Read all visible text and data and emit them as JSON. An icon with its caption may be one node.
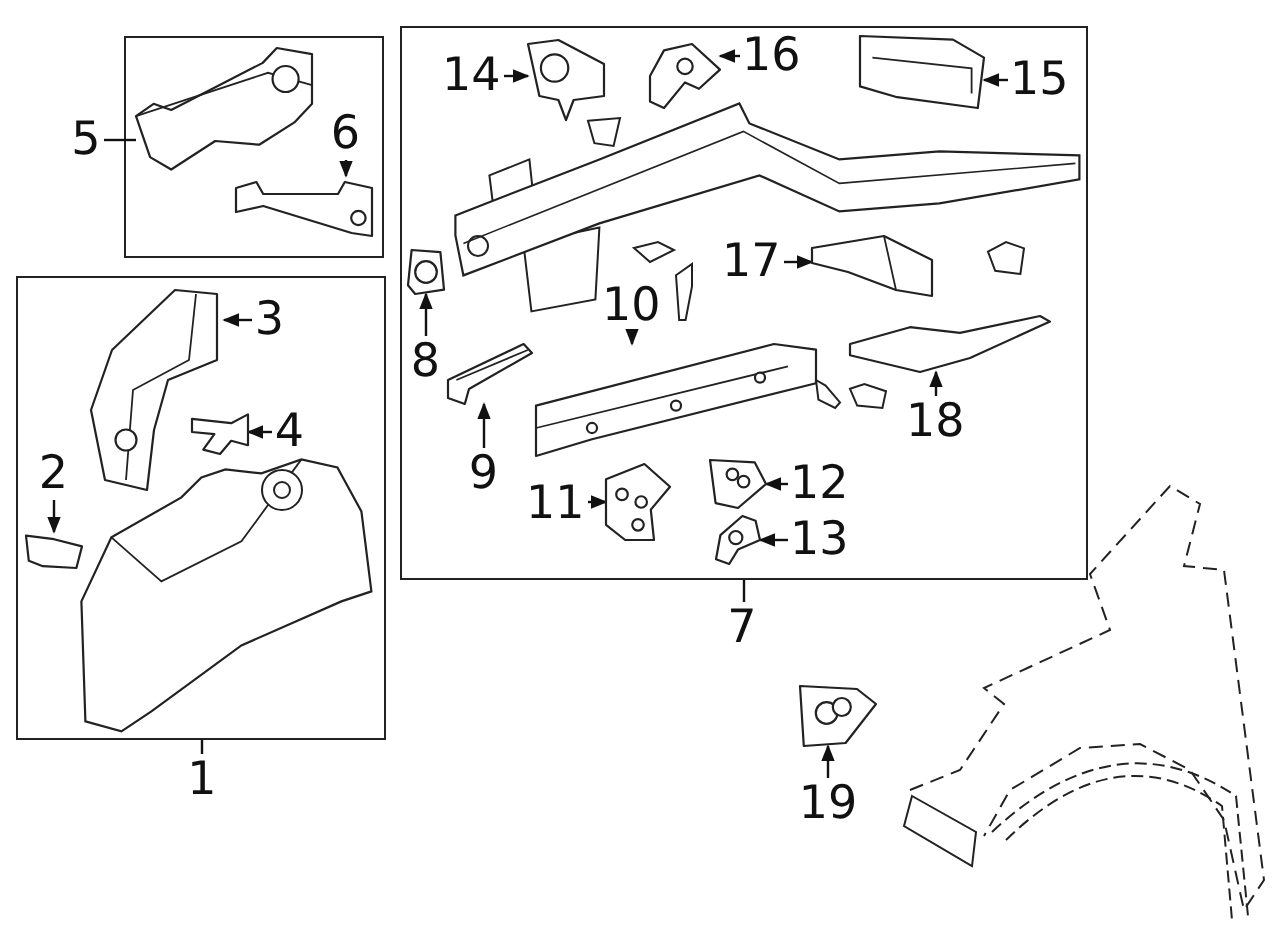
{
  "diagram": {
    "nodes": [
      {
        "text": [],
        "shape": "box"
      },
      {
        "text": [
          "5"
        ]
      },
      {
        "text": [],
        "shape": "picture",
        "in": 0
      },
      {
        "text": [
          "6"
        ],
        "in": 0
      },
      {
        "text": [],
        "shape": "picture",
        "in": 0
      },
      {
        "text": [],
        "shape": "box"
      },
      {
        "text": [
          "1"
        ]
      },
      {
        "text": [
          "2"
        ],
        "in": 5
      },
      {
        "text": [],
        "shape": "picture",
        "in": 5
      },
      {
        "text": [],
        "shape": "picture",
        "in": 5
      },
      {
        "text": [
          "3"
        ],
        "in": 5
      },
      {
        "text": [
          "4"
        ],
        "in": 5
      },
      {
        "text": [],
        "shape": "picture",
        "in": 5
      },
      {
        "text": [],
        "shape": "box"
      },
      {
        "text": [
          "7"
        ]
      },
      {
        "text": [
          "14"
        ],
        "in": 13
      },
      {
        "text": [],
        "shape": "picture",
        "in": 13
      },
      {
        "text": [],
        "shape": "picture",
        "in": 13
      },
      {
        "text": [
          "16"
        ],
        "in": 13
      },
      {
        "text": [],
        "shape": "picture",
        "in": 13
      },
      {
        "text": [
          "15"
        ],
        "in": 13
      },
      {
        "text": [
          "8"
        ],
        "in": 13
      },
      {
        "text": [],
        "shape": "picture",
        "in": 13
      },
      {
        "text": [
          "17"
        ],
        "in": 13
      },
      {
        "text": [],
        "shape": "picture",
        "in": 13
      },
      {
        "text": [
          "10"
        ],
        "in": 13
      },
      {
        "text": [],
        "shape": "picture",
        "in": 13
      },
      {
        "text": [],
        "shape": "picture",
        "in": 13
      },
      {
        "text": [
          "9"
        ],
        "in": 13
      },
      {
        "text": [
          "18"
        ],
        "in": 13
      },
      {
        "text": [],
        "shape": "picture",
        "in": 13
      },
      {
        "text": [
          "12"
        ],
        "in": 13
      },
      {
        "text": [],
        "shape": "picture",
        "in": 13
      },
      {
        "text": [
          "11"
        ],
        "in": 13
      },
      {
        "text": [],
        "shape": "picture",
        "in": 13
      },
      {
        "text": [
          "13"
        ],
        "in": 13
      },
      {
        "text": [],
        "shape": "picture",
        "in": 13
      },
      {
        "text": [],
        "shape": "picture"
      },
      {
        "text": [
          "19"
        ]
      }
    ],
    "edges": [
      {
        "from": 1,
        "to": 2,
        "arrow": "none"
      },
      {
        "from": 3,
        "to": 4,
        "arrow": "to"
      },
      {
        "from": 6,
        "to": 5,
        "arrow": "none"
      },
      {
        "from": 7,
        "to": 8,
        "arrow": "to"
      },
      {
        "from": 10,
        "to": 9,
        "arrow": "to"
      },
      {
        "from": 11,
        "to": 12,
        "arrow": "to"
      },
      {
        "from": 14,
        "to": 13,
        "arrow": "none"
      },
      {
        "from": 15,
        "to": 16,
        "arrow": "to"
      },
      {
        "from": 18,
        "to": 17,
        "arrow": "to"
      },
      {
        "from": 20,
        "to": 19,
        "arrow": "to"
      },
      {
        "from": 21,
        "to": 22,
        "arrow": "to"
      },
      {
        "from": 23,
        "to": 24,
        "arrow": "to"
      },
      {
        "from": 25,
        "to": 26,
        "arrow": "to"
      },
      {
        "from": 28,
        "to": 27,
        "arrow": "to"
      },
      {
        "from": 29,
        "to": 30,
        "arrow": "to"
      },
      {
        "from": 31,
        "to": 32,
        "arrow": "to"
      },
      {
        "from": 33,
        "to": 34,
        "arrow": "to"
      },
      {
        "from": 35,
        "to": 36,
        "arrow": "to"
      },
      {
        "from": 38,
        "to": 37,
        "arrow": "to"
      }
    ]
  }
}
